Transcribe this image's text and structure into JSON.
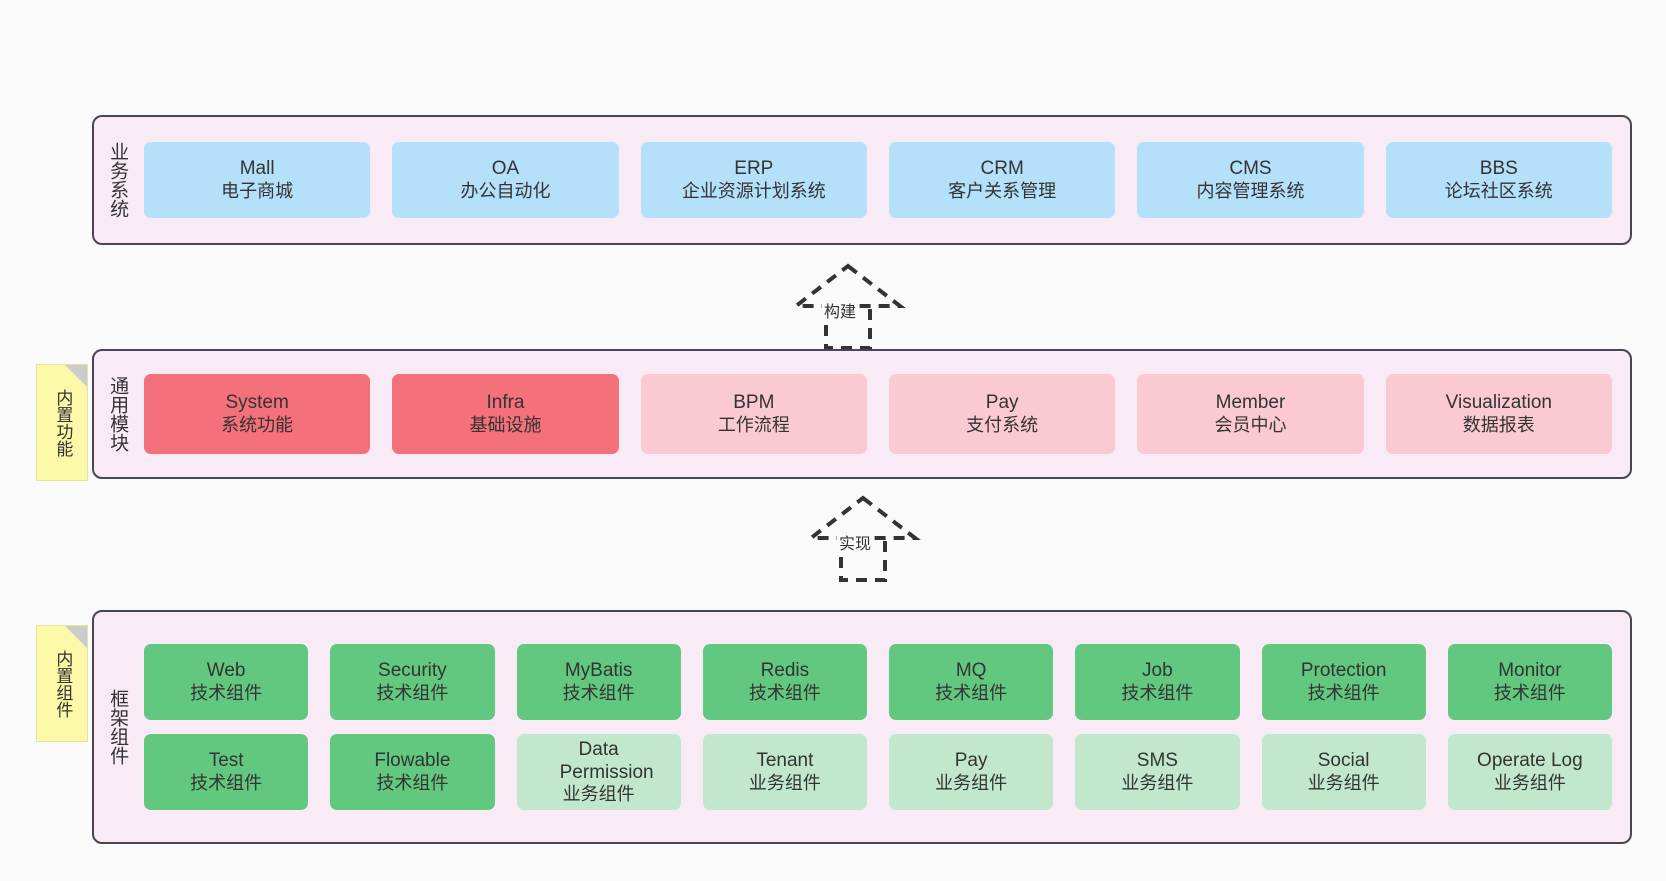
{
  "diagram": {
    "title": "Architecture Layers",
    "colors": {
      "layer_bg": "#f8ebf5",
      "layer_border": "#4a4453",
      "business": "#b5e0f9",
      "module_core": "#f4707a",
      "module_other": "#fbc9d2",
      "tech_component": "#62c87f",
      "biz_component": "#c1e8cc",
      "note": "#fbf8a7",
      "note_fold": "#cccccc",
      "canvas": "#fafafa"
    }
  },
  "layers": [
    {
      "key": "business",
      "title": "业务系统",
      "rows": [
        [
          {
            "name": "Mall",
            "desc": "电子商城"
          },
          {
            "name": "OA",
            "desc": "办公自动化"
          },
          {
            "name": "ERP",
            "desc": "企业资源计划系统"
          },
          {
            "name": "CRM",
            "desc": "客户关系管理"
          },
          {
            "name": "CMS",
            "desc": "内容管理系统"
          },
          {
            "name": "BBS",
            "desc": "论坛社区系统"
          }
        ]
      ]
    },
    {
      "key": "modules",
      "title": "通用模块",
      "note": "内置功能",
      "rows": [
        [
          {
            "name": "System",
            "desc": "系统功能"
          },
          {
            "name": "Infra",
            "desc": "基础设施"
          },
          {
            "name": "BPM",
            "desc": "工作流程"
          },
          {
            "name": "Pay",
            "desc": "支付系统"
          },
          {
            "name": "Member",
            "desc": "会员中心"
          },
          {
            "name": "Visualization",
            "desc": "数据报表"
          }
        ]
      ]
    },
    {
      "key": "framework",
      "title": "框架组件",
      "note": "内置组件",
      "rows": [
        [
          {
            "name": "Web",
            "desc": "技术组件"
          },
          {
            "name": "Security",
            "desc": "技术组件"
          },
          {
            "name": "MyBatis",
            "desc": "技术组件"
          },
          {
            "name": "Redis",
            "desc": "技术组件"
          },
          {
            "name": "MQ",
            "desc": "技术组件"
          },
          {
            "name": "Job",
            "desc": "技术组件"
          },
          {
            "name": "Protection",
            "desc": "技术组件"
          },
          {
            "name": "Monitor",
            "desc": "技术组件"
          }
        ],
        [
          {
            "name": "Test",
            "desc": "技术组件"
          },
          {
            "name": "Flowable",
            "desc": "技术组件"
          },
          {
            "name": "Data Permission",
            "desc": "业务组件"
          },
          {
            "name": "Tenant",
            "desc": "业务组件"
          },
          {
            "name": "Pay",
            "desc": "业务组件"
          },
          {
            "name": "SMS",
            "desc": "业务组件"
          },
          {
            "name": "Social",
            "desc": "业务组件"
          },
          {
            "name": "Operate Log",
            "desc": "业务组件"
          }
        ]
      ]
    }
  ],
  "connectors": [
    {
      "key": "build",
      "label": "构建",
      "from": "modules",
      "to": "business"
    },
    {
      "key": "implement",
      "label": "实现",
      "from": "framework",
      "to": "modules"
    }
  ]
}
